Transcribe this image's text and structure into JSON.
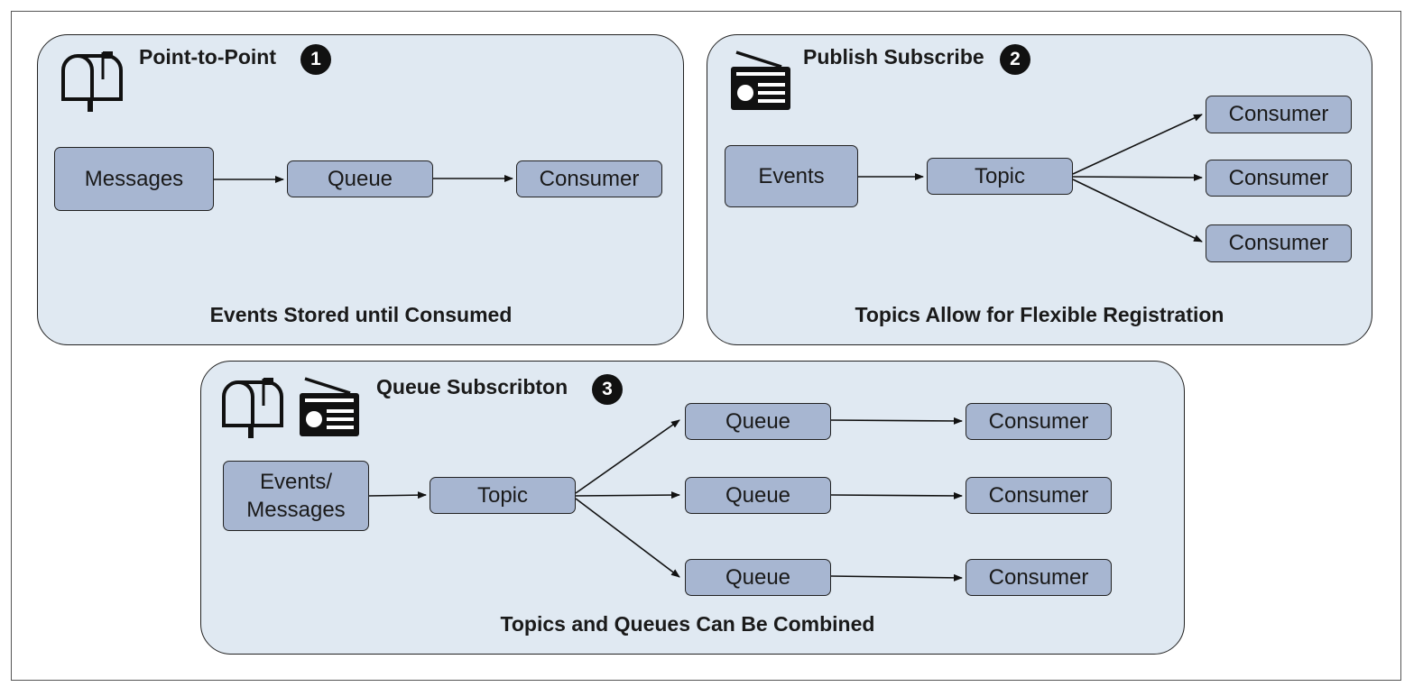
{
  "panels": {
    "p2p": {
      "title": "Point-to-Point",
      "badge": "1",
      "caption": "Events Stored until Consumed",
      "nodes": {
        "source": "Messages",
        "queue": "Queue",
        "consumer": "Consumer"
      },
      "icons": [
        "mailbox-icon"
      ]
    },
    "pubsub": {
      "title": "Publish Subscribe",
      "badge": "2",
      "caption": "Topics Allow for Flexible Registration",
      "nodes": {
        "source": "Events",
        "topic": "Topic",
        "consumer1": "Consumer",
        "consumer2": "Consumer",
        "consumer3": "Consumer"
      },
      "icons": [
        "radio-icon"
      ]
    },
    "queuesub": {
      "title": "Queue Subscribton",
      "badge": "3",
      "caption": "Topics and Queues Can Be Combined",
      "nodes": {
        "source_line1": "Events/",
        "source_line2": "Messages",
        "topic": "Topic",
        "queue1": "Queue",
        "queue2": "Queue",
        "queue3": "Queue",
        "consumer1": "Consumer",
        "consumer2": "Consumer",
        "consumer3": "Consumer"
      },
      "icons": [
        "mailbox-icon",
        "radio-icon"
      ]
    }
  },
  "colors": {
    "panel_fill": "#e0e9f2",
    "box_fill": "#a7b6d1",
    "badge_fill": "#111111"
  }
}
